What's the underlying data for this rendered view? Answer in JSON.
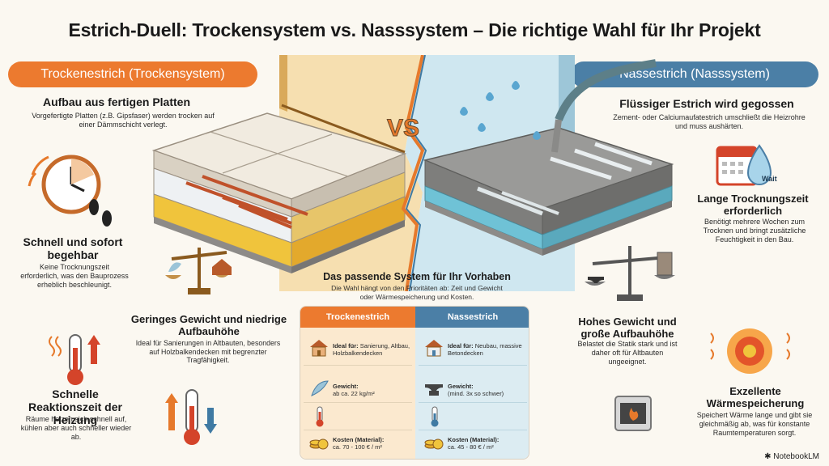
{
  "title": "Estrich-Duell: Trockensystem vs. Nasssystem – Die richtige Wahl für Ihr Projekt",
  "left": {
    "pill": "Trockenestrich (Trockensystem)",
    "aufbau_title": "Aufbau aus fertigen Platten",
    "aufbau_text": "Vorgefertigte Platten (z.B. Gipsfaser) werden trocken auf einer Dämmschicht verlegt.",
    "schnell_title": "Schnell und sofort begehbar",
    "schnell_text": "Keine Trocknungszeit erforderlich, was den Bauprozess erheblich beschleunigt.",
    "gewicht_title": "Geringes Gewicht und niedrige Aufbauhöhe",
    "gewicht_text": "Ideal für Sanierungen in Altbauten, besonders auf Holzbalkendecken mit begrenzter Tragfähigkeit.",
    "reaktion_title": "Schnelle Reaktionszeit der Heizung",
    "reaktion_text": "Räume heizen sich schnell auf, kühlen aber auch schneller wieder ab."
  },
  "right": {
    "pill": "Nassestrich (Nasssystem)",
    "fluessig_title": "Flüssiger Estrich wird gegossen",
    "fluessig_text": "Zement- oder Calciumaufatestrich umschließt die Heizrohre und muss aushärten.",
    "trocknung_title": "Lange Trocknungszeit erforderlich",
    "trocknung_text": "Benötigt mehrere Wochen zum Trocknen und bringt zusätzliche Feuchtigkeit in den Bau.",
    "wait_label": "Wait",
    "gewicht_title": "Hohes Gewicht und große Aufbauhöhe",
    "gewicht_text": "Belastet die Statik stark und ist daher oft für Altbauten ungeeignet.",
    "waerme_title": "Exzellente Wärmespeicherung",
    "waerme_text": "Speichert Wärme lange und gibt sie gleichmäßig ab, was für konstante Raumtemperaturen sorgt."
  },
  "vs_label": "VS",
  "center": {
    "title": "Das passende System für Ihr Vorhaben",
    "text": "Die Wahl hängt von den Prioritäten ab: Zeit und Gewicht oder Wärmespeicherung und Kosten."
  },
  "comparison": {
    "left_head": "Trockenestrich",
    "right_head": "Nassestrich",
    "left": {
      "ideal_label": "Ideal für:",
      "ideal_value": "Sanierung, Altbau, Holzbalkendecken",
      "gewicht_label": "Gewicht:",
      "gewicht_value": "ab ca. 22 kg/m²",
      "kosten_label": "Kosten (Material):",
      "kosten_value": "ca. 70 - 100 € / m²"
    },
    "right": {
      "ideal_label": "Ideal für:",
      "ideal_value": "Neubau, massive Betondecken",
      "gewicht_label": "Gewicht:",
      "gewicht_value": "(mind. 3x so schwer)",
      "kosten_label": "Kosten (Material):",
      "kosten_value": "ca. 45 - 80 € / m²"
    }
  },
  "brand": "NotebookLM",
  "colors": {
    "orange": "#ec7a2f",
    "blue": "#4b7fa6",
    "background": "#fbf8f1"
  }
}
